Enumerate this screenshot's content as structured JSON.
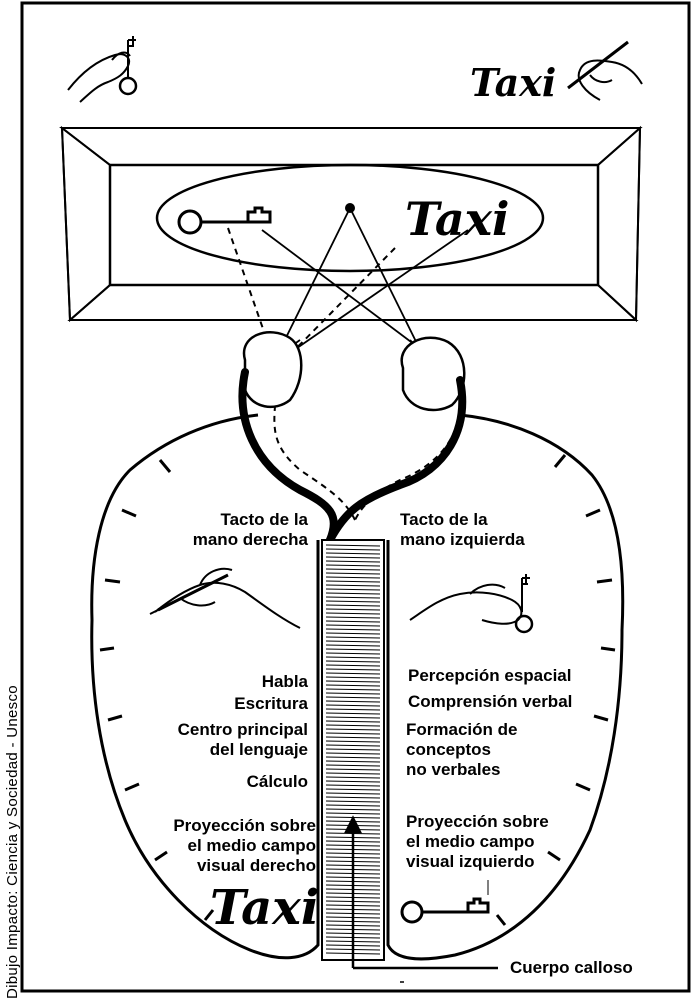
{
  "credit": "Dibujo Impacto: Ciencia y Sociedad - Unesco",
  "word": "Taxi",
  "labels": {
    "tacto_derecha": [
      "Tacto de la",
      "mano derecha"
    ],
    "tacto_izquierda": [
      "Tacto de la",
      "mano izquierda"
    ],
    "habla": "Habla",
    "escritura": "Escritura",
    "centro_lenguaje": [
      "Centro principal",
      "del lenguaje"
    ],
    "calculo": "Cálculo",
    "proy_derecho": [
      "Proyección sobre",
      "el medio campo",
      "visual derecho"
    ],
    "percepcion": "Percepción espacial",
    "comprension": "Comprensión verbal",
    "formacion": [
      "Formación de",
      "conceptos",
      "no verbales"
    ],
    "proy_izquierdo": [
      "Proyección sobre",
      "el medio campo",
      "visual izquierdo"
    ],
    "cuerpo_calloso": "Cuerpo calloso"
  },
  "icons": [
    "key-icon",
    "pen-hand-icon",
    "key-hand-icon"
  ]
}
